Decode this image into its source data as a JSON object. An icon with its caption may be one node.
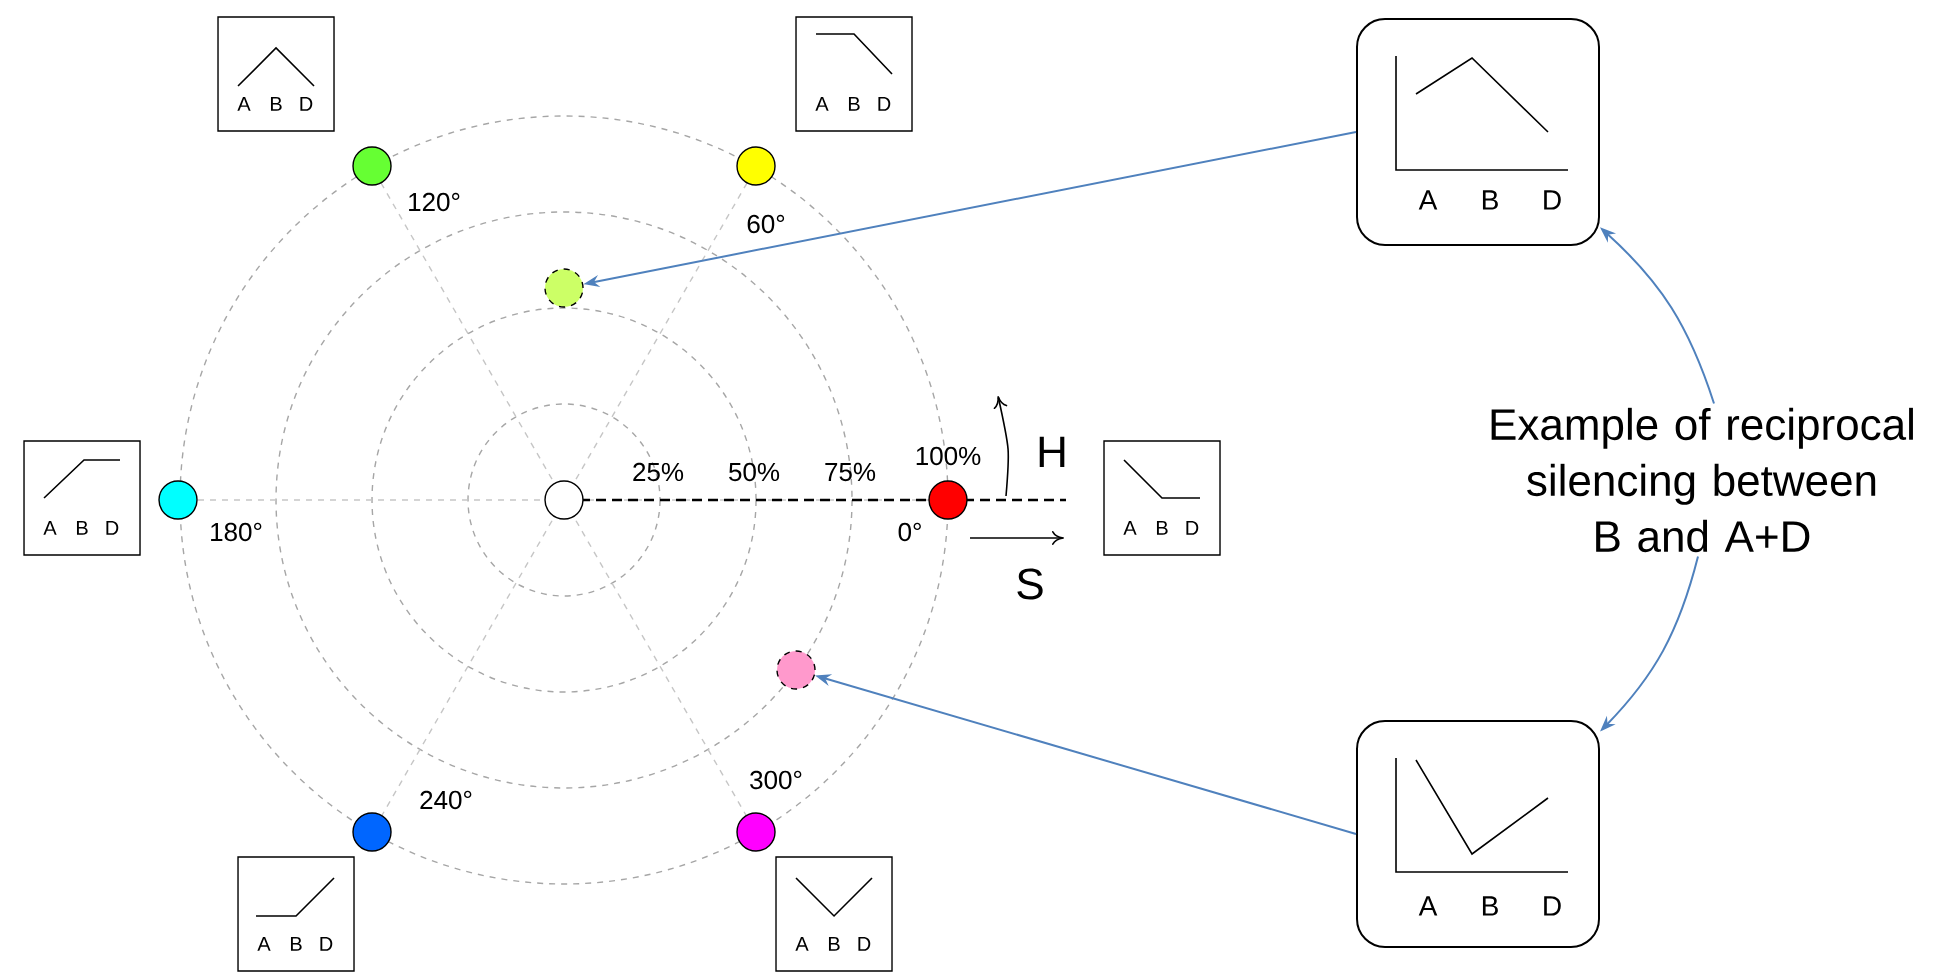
{
  "diagram": {
    "nodes": [
      {
        "text": [
          "A",
          "B",
          "D"
        ]
      },
      {
        "text": [
          "A",
          "B",
          "D"
        ]
      },
      {
        "text": [
          "A",
          "B",
          "D"
        ]
      },
      {
        "text": [],
        "shape": "circle",
        "beside": [
          "120°"
        ]
      },
      {
        "text": [],
        "shape": "circle",
        "beside": [
          "60°"
        ]
      },
      {
        "text": [],
        "shape": "circle"
      },
      {
        "text": [
          "A",
          "B",
          "D"
        ]
      },
      {
        "text": [],
        "shape": "circle",
        "beside": [
          "180°"
        ]
      },
      {
        "text": [],
        "shape": "circle"
      },
      {
        "text": [],
        "shape": "circle",
        "beside": [
          "0°"
        ]
      },
      {
        "text": [
          "A",
          "B",
          "D"
        ]
      },
      {
        "text": [
          "Example of reciprocal silencing between B and A+D"
        ]
      },
      {
        "text": [],
        "shape": "circle"
      },
      {
        "text": [],
        "shape": "circle",
        "beside": [
          "240°"
        ]
      },
      {
        "text": [],
        "shape": "circle",
        "beside": [
          "300°"
        ]
      },
      {
        "text": [
          "A",
          "B",
          "D"
        ]
      },
      {
        "text": [
          "A",
          "B",
          "D"
        ]
      },
      {
        "text": [
          "A",
          "B",
          "D"
        ]
      }
    ],
    "edges": [
      {
        "from": 11,
        "to": 2,
        "arrow": "to"
      },
      {
        "from": 11,
        "to": 17,
        "arrow": "to"
      },
      {
        "from": 2,
        "to": 5,
        "arrow": "to"
      },
      {
        "from": 17,
        "to": 12,
        "arrow": "to"
      }
    ],
    "labels": [
      "100%",
      "H",
      "25%",
      "50%",
      "75%",
      "S"
    ]
  }
}
